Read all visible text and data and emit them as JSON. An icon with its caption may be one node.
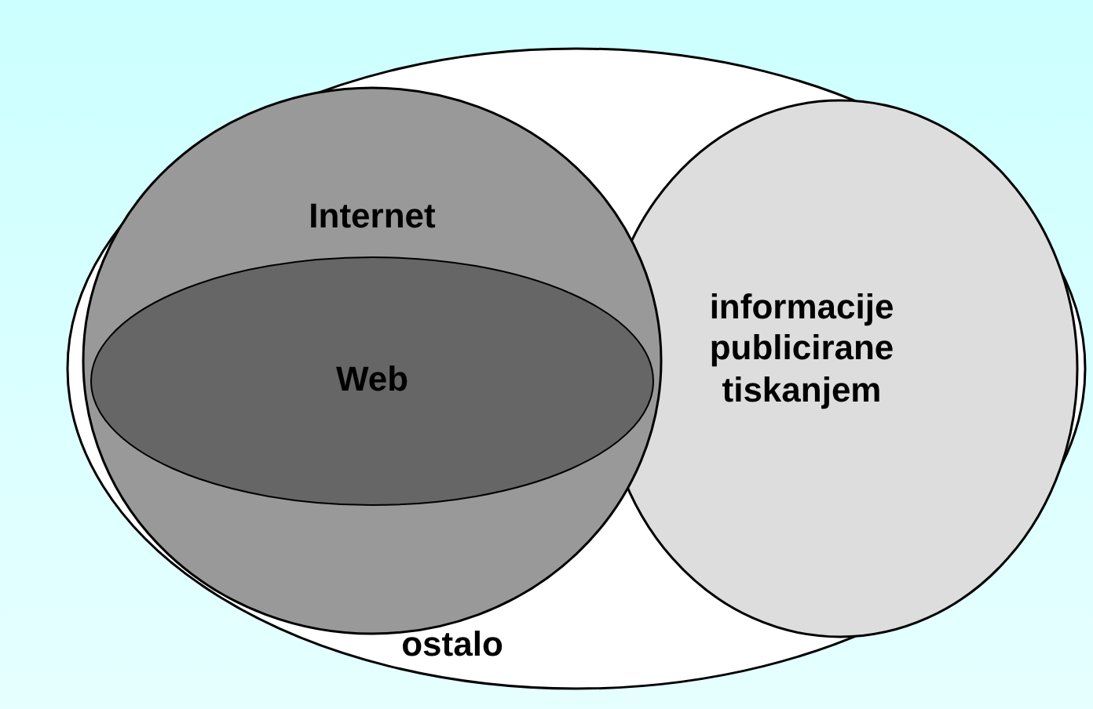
{
  "diagram": {
    "nodes": [
      {
        "text": [
          "ostalo"
        ]
      },
      {
        "text": [
          "Internet"
        ],
        "in": 0
      },
      {
        "text": [
          "Web"
        ],
        "in": 1
      },
      {
        "text": [
          "informacije publicirane tiskanjem"
        ],
        "in": 0
      }
    ]
  }
}
